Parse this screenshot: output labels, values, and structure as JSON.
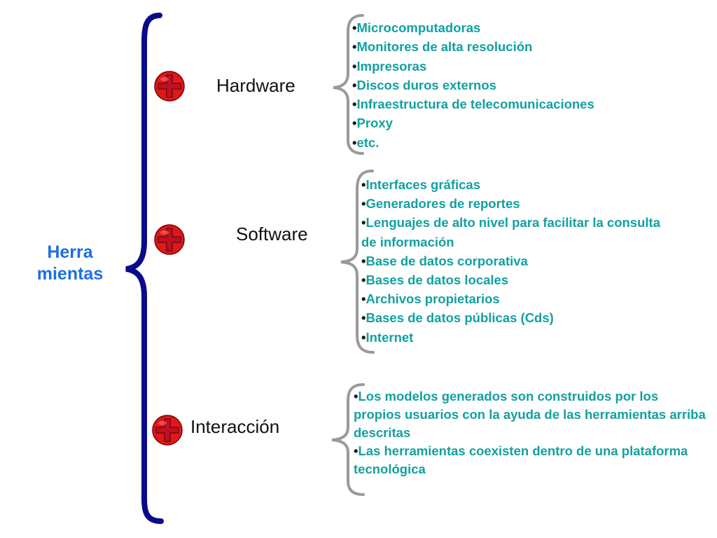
{
  "diagram": {
    "root": {
      "label_line1": "Herra",
      "label_line2": "mientas"
    },
    "colors": {
      "root_text": "#1f6fe0",
      "main_brace": "#0a0a8a",
      "sub_brace": "#9a9a9a",
      "node_icon": "#e01818",
      "item_text": "#13a0a0",
      "branch_text": "#111111"
    },
    "branches": [
      {
        "label": "Hardware",
        "icon": "red-cross-circle-icon",
        "items": [
          "Microcomputadoras",
          "Monitores de alta resolución",
          "Impresoras",
          "Discos duros externos",
          "Infraestructura de telecomunicaciones",
          "Proxy",
          "etc."
        ]
      },
      {
        "label": "Software",
        "icon": "red-cross-circle-icon",
        "items": [
          "Interfaces gráficas",
          "Generadores de reportes",
          "Lenguajes de alto nivel para facilitar la consulta de información",
          "Base de datos corporativa",
          "Bases de datos locales",
          "Archivos propietarios",
          "Bases de datos públicas (Cds)",
          "Internet"
        ]
      },
      {
        "label": "Interacción",
        "icon": "red-cross-circle-icon",
        "items": [
          "Los modelos generados son construidos por los propios usuarios con la ayuda de las herramientas arriba descritas",
          "Las herramientas coexisten dentro de una plataforma tecnológica"
        ]
      }
    ]
  }
}
